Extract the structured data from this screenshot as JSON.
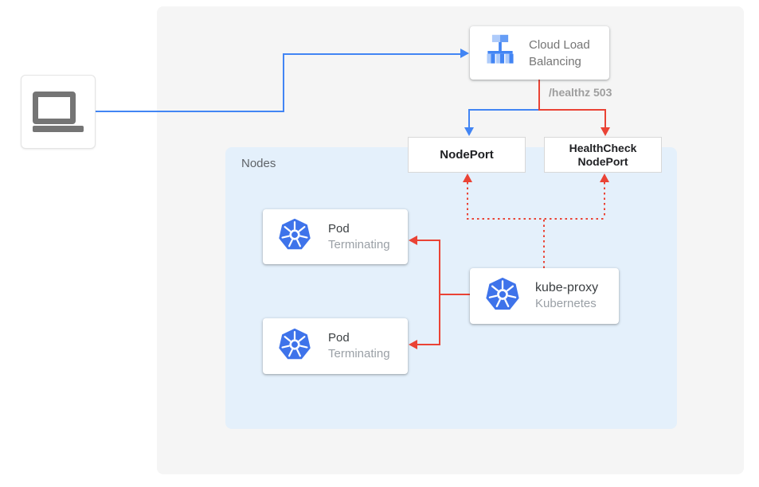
{
  "colors": {
    "flow_blue": "#4285f4",
    "flow_red": "#ea4335",
    "outer_panel_bg": "#f5f5f5",
    "nodes_panel_bg": "#e4f0fb",
    "kubernetes_blue": "#3e73ea",
    "gcp_icon_blue": "#4285f4",
    "gcp_icon_blue_light": "#aecbfa",
    "gcp_icon_blue_mid": "#669df6",
    "laptop_gray": "#757575"
  },
  "nodes_panel": {
    "label": "Nodes"
  },
  "cloud_load_balancing": {
    "label_line1": "Cloud Load",
    "label_line2": "Balancing",
    "icon": "cloud-load-balancing-icon"
  },
  "edge_label": {
    "healthz": "/healthz 503"
  },
  "nodeport": {
    "label": "NodePort"
  },
  "healthcheck_nodeport": {
    "label_line1": "HealthCheck",
    "label_line2": "NodePort"
  },
  "pods": [
    {
      "title": "Pod",
      "status": "Terminating",
      "icon": "kubernetes-icon"
    },
    {
      "title": "Pod",
      "status": "Terminating",
      "icon": "kubernetes-icon"
    }
  ],
  "kube_proxy": {
    "title": "kube-proxy",
    "subtitle": "Kubernetes",
    "icon": "kubernetes-icon"
  },
  "client": {
    "icon": "laptop-icon"
  }
}
